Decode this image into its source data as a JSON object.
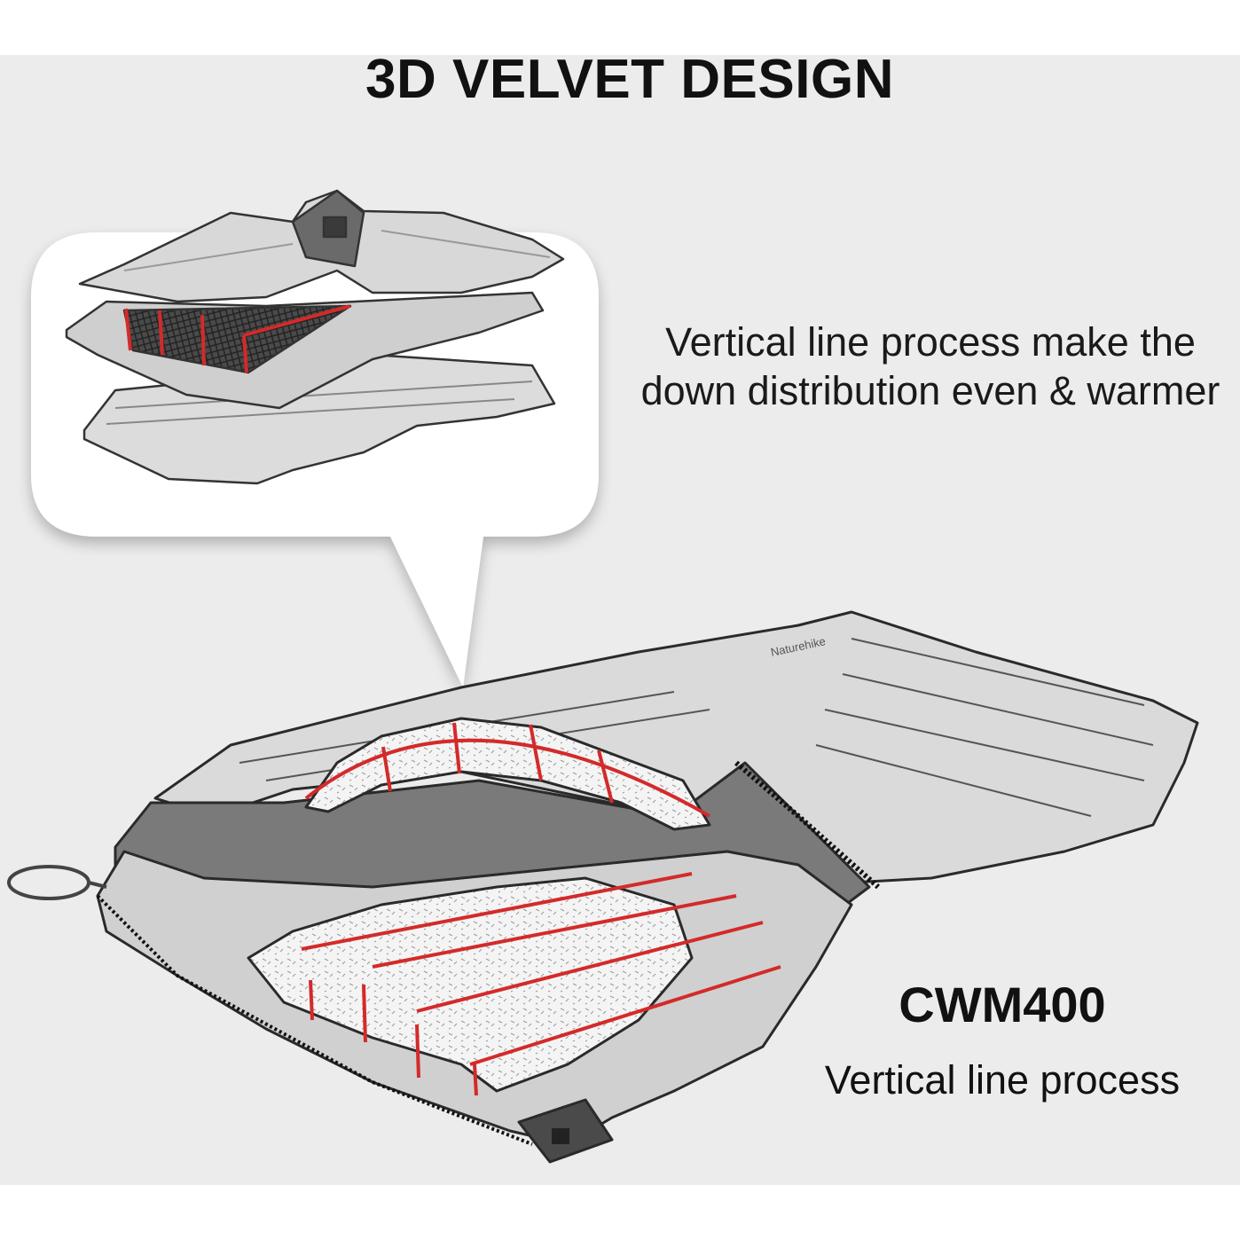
{
  "header": {
    "title": "3D VELVET DESIGN"
  },
  "callout": {
    "line1": "Vertical line process make the",
    "line2": "down distribution even & warmer"
  },
  "product": {
    "model": "CWM400",
    "subtitle": "Vertical line process",
    "bag_label": "Naturehike"
  },
  "colors": {
    "background": "#ececec",
    "accent_red": "#d42a2a",
    "fabric_light": "#d9d9d9",
    "fabric_dark": "#6f6f6f"
  }
}
